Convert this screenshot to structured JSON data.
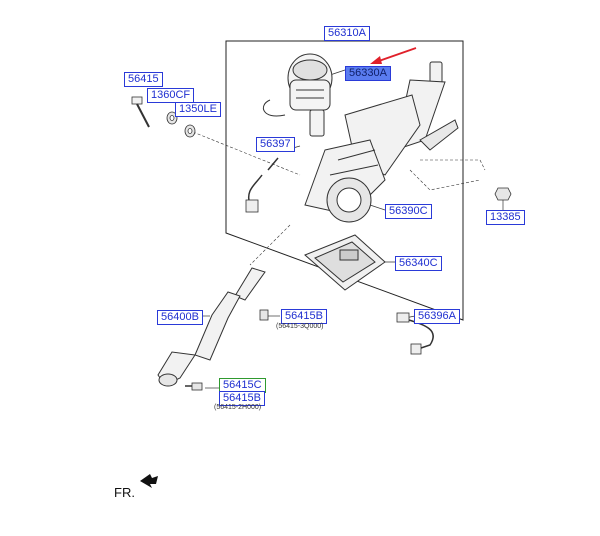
{
  "diagram": {
    "parts": [
      {
        "id": "56310A",
        "highlighted": false
      },
      {
        "id": "56330A",
        "highlighted": true
      },
      {
        "id": "56415",
        "highlighted": false
      },
      {
        "id": "1360CF",
        "highlighted": false
      },
      {
        "id": "1350LE",
        "highlighted": false
      },
      {
        "id": "56397",
        "highlighted": false
      },
      {
        "id": "56390C",
        "highlighted": false
      },
      {
        "id": "13385",
        "highlighted": false
      },
      {
        "id": "56340C",
        "highlighted": false
      },
      {
        "id": "56400B",
        "highlighted": false
      },
      {
        "id": "56415B",
        "highlighted": false
      },
      {
        "id": "56396A",
        "highlighted": false
      },
      {
        "id": "56415C",
        "highlighted": false
      },
      {
        "id": "56415B",
        "highlighted": false
      }
    ],
    "notes": {
      "note_56415b": "(56415-3Q000)",
      "note_56415c": "(56415-2H000)"
    },
    "orientation_label": "FR.",
    "colors": {
      "label_text": "#1f2fd0",
      "label_border": "#2a3ad8",
      "highlight_fill": "#5a7cf0",
      "arrow": "#e0202a",
      "line_art": "#333333"
    }
  }
}
